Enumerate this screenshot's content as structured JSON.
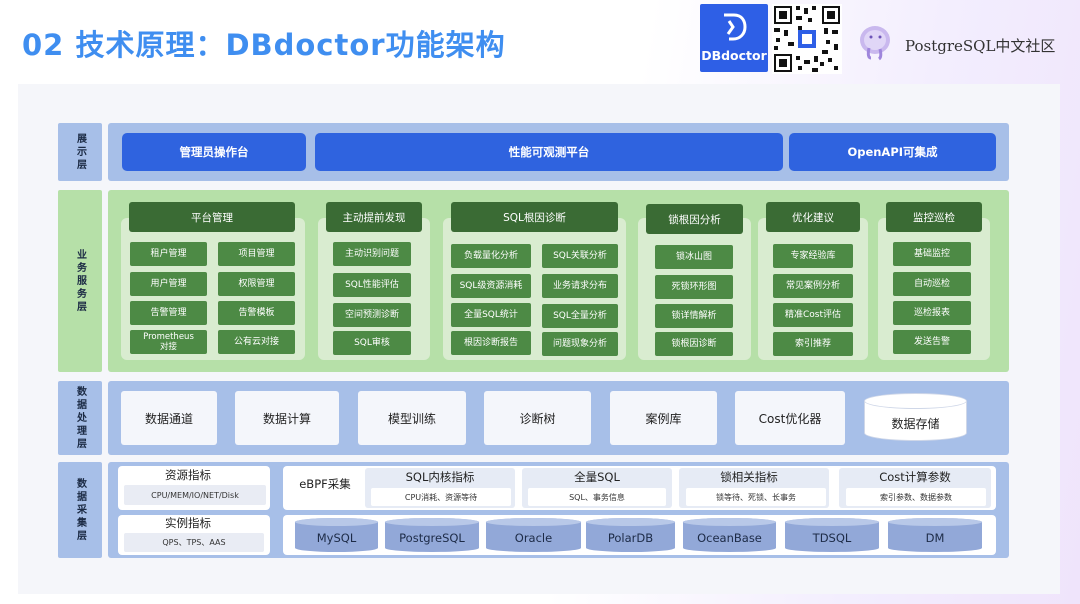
{
  "header": {
    "title": "02 技术原理：DBdoctor功能架构",
    "brand_text": "DBdoctor",
    "community_text": "PostgreSQL中文社区"
  },
  "colors": {
    "title_blue": "#3f8ef0",
    "brand_blue": "#2e5fe6",
    "button_blue": "#2f63df",
    "group_dark_green": "#3a6b34",
    "item_green": "#4d8a45",
    "group_bg_green": "#d9ecd0",
    "layer_blue": "#a7bfe8",
    "db_cylinder": "#92a8d8"
  },
  "layers": {
    "display": {
      "label": "展示层",
      "buttons": [
        "管理员操作台",
        "性能可观测平台",
        "OpenAPI可集成"
      ]
    },
    "service": {
      "label": "业务服务层",
      "groups": [
        {
          "title": "平台管理",
          "items": [
            "租户管理",
            "项目管理",
            "用户管理",
            "权限管理",
            "告警管理",
            "告警模板",
            "Prometheus\n对接",
            "公有云对接"
          ]
        },
        {
          "title": "主动提前发现",
          "items": [
            "主动识别问题",
            "SQL性能评估",
            "空间预测诊断",
            "SQL审核"
          ]
        },
        {
          "title": "SQL根因诊断",
          "items": [
            "负载量化分析",
            "SQL关联分析",
            "SQL级资源消耗",
            "业务请求分布",
            "全量SQL统计",
            "SQL全量分析",
            "根因诊断报告",
            "问题现象分析"
          ]
        },
        {
          "title": "锁根因分析",
          "items": [
            "锁冰山图",
            "死锁环形图",
            "锁详情解析",
            "锁根因诊断"
          ]
        },
        {
          "title": "优化建议",
          "items": [
            "专家经验库",
            "常见案例分析",
            "精准Cost评估",
            "索引推荐"
          ]
        },
        {
          "title": "监控巡检",
          "items": [
            "基础监控",
            "自动巡检",
            "巡检报表",
            "发送告警"
          ]
        }
      ]
    },
    "processing": {
      "label": "数据处理层",
      "items": [
        "数据通道",
        "数据计算",
        "模型训练",
        "诊断树",
        "案例库",
        "Cost优化器"
      ],
      "storage": "数据存储"
    },
    "collection": {
      "label": "数据采集层",
      "resource": {
        "title": "资源指标",
        "detail": "CPU/MEM/IO/NET/Disk"
      },
      "instance": {
        "title": "实例指标",
        "detail": "QPS、TPS、AAS"
      },
      "ebpf": "eBPF采集",
      "metrics": [
        {
          "title": "SQL内核指标",
          "detail": "CPU消耗、资源等待"
        },
        {
          "title": "全量SQL",
          "detail": "SQL、事务信息"
        },
        {
          "title": "锁相关指标",
          "detail": "锁等待、死锁、长事务"
        },
        {
          "title": "Cost计算参数",
          "detail": "索引参数、数据参数"
        }
      ],
      "databases": [
        "MySQL",
        "PostgreSQL",
        "Oracle",
        "PolarDB",
        "OceanBase",
        "TDSQL",
        "DM"
      ]
    }
  }
}
